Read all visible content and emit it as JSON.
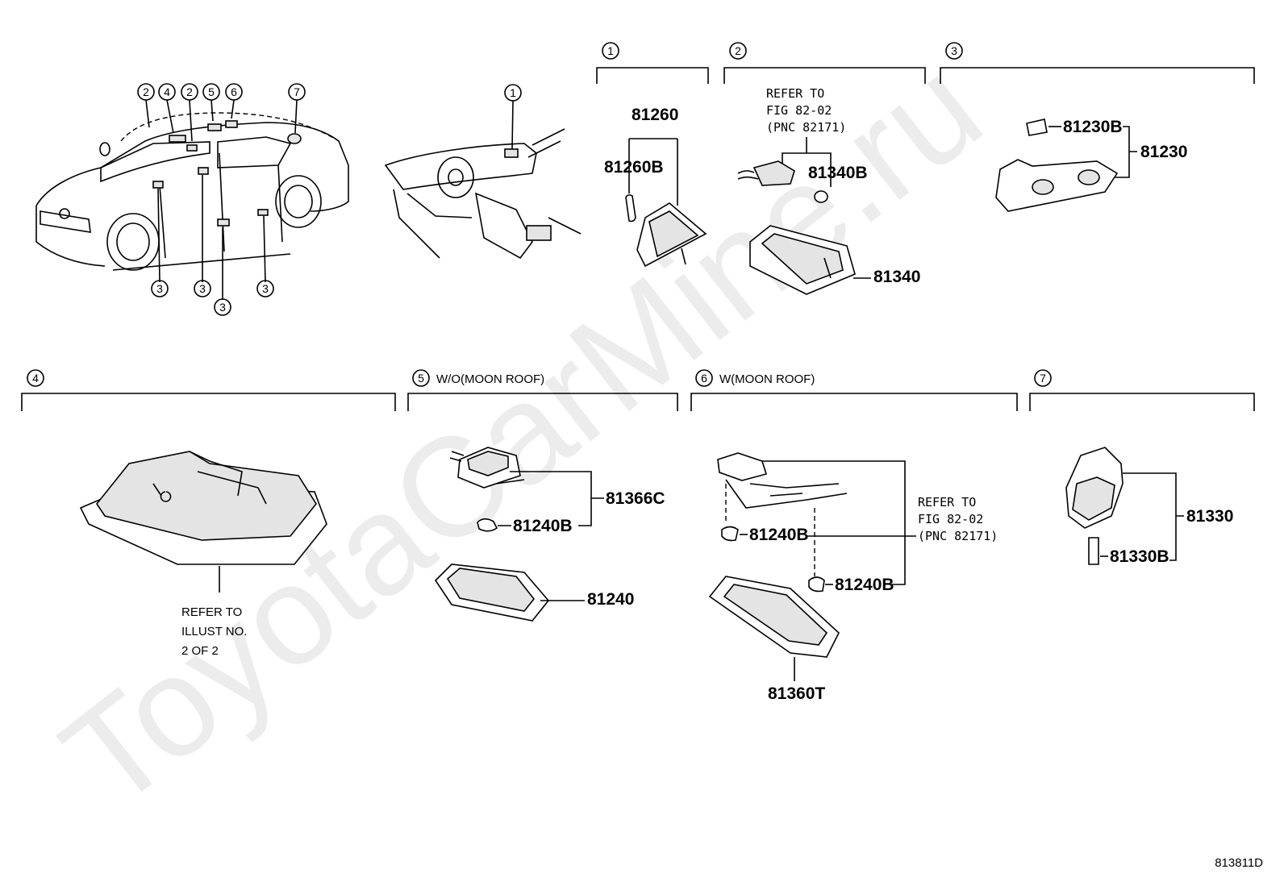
{
  "watermark": "ToyotaCarMine.ru",
  "diagram_id": "813811D",
  "sections": {
    "s1": {
      "marker": "1"
    },
    "s2": {
      "marker": "2"
    },
    "s3": {
      "marker": "3"
    },
    "s4": {
      "marker": "4"
    },
    "s5": {
      "marker": "5",
      "title": "W/O(MOON ROOF)"
    },
    "s6": {
      "marker": "6",
      "title": "W(MOON ROOF)"
    },
    "s7": {
      "marker": "7"
    }
  },
  "car_callouts": [
    "2",
    "4",
    "2",
    "5",
    "6",
    "7",
    "3",
    "3",
    "3",
    "3"
  ],
  "dash_callout": "1",
  "parts": {
    "p81260": "81260",
    "p81260B": "81260B",
    "p81340B": "81340B",
    "p81340": "81340",
    "p81230B": "81230B",
    "p81230": "81230",
    "p81366C": "81366C",
    "p81240B_5": "81240B",
    "p81240": "81240",
    "p81240B_6a": "81240B",
    "p81240B_6b": "81240B",
    "p81360T": "81360T",
    "p81330": "81330",
    "p81330B": "81330B"
  },
  "notes": {
    "refer_fig_1": [
      "REFER TO",
      "FIG 82-02",
      "(PNC 82171)"
    ],
    "refer_fig_2": [
      "REFER TO",
      "FIG 82-02",
      "(PNC 82171)"
    ],
    "refer_illust": [
      "REFER TO",
      "ILLUST NO.",
      "2 OF 2"
    ]
  }
}
